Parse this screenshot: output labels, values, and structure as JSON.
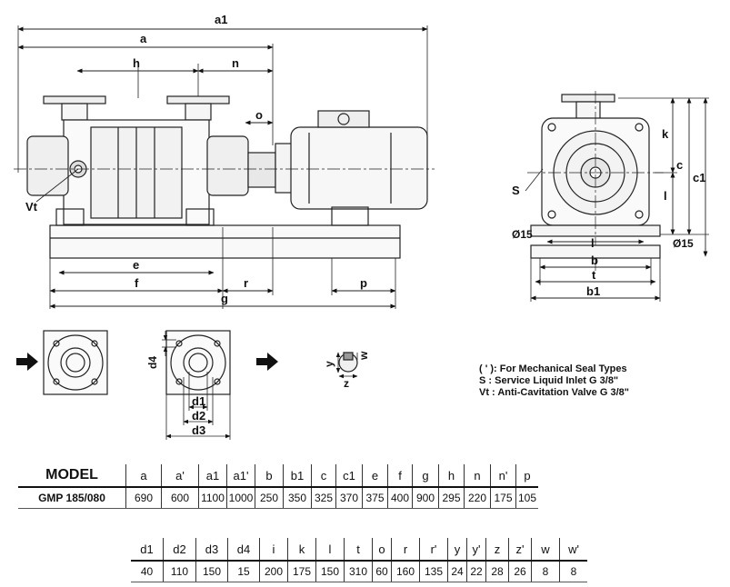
{
  "dimension_labels": {
    "a1": "a1",
    "a": "a",
    "h": "h",
    "n": "n",
    "o": "o",
    "Vt": "Vt",
    "e": "e",
    "f": "f",
    "g": "g",
    "r": "r",
    "p": "p",
    "k": "k",
    "c": "c",
    "c1": "c1",
    "l_side": "l",
    "S": "S",
    "phi15_left": "Ø15",
    "l_bottom": "l",
    "phi15_right": "Ø15",
    "b": "b",
    "t": "t",
    "b1": "b1",
    "d4": "d4",
    "d1": "d1",
    "d2": "d2",
    "d3": "d3",
    "y": "y",
    "w": "w",
    "z": "z"
  },
  "notes": [
    "( ' ): For Mechanical Seal Types",
    "S : Service Liquid Inlet    G 3/8\"",
    "Vt : Anti-Cavitation Valve G 3/8\""
  ],
  "table1": {
    "headers": [
      "MODEL",
      "a",
      "a'",
      "a1",
      "a1'",
      "b",
      "b1",
      "c",
      "c1",
      "e",
      "f",
      "g",
      "h",
      "n",
      "n'",
      "p"
    ],
    "rows": [
      [
        "GMP 185/080",
        "690",
        "600",
        "1100",
        "1000",
        "250",
        "350",
        "325",
        "370",
        "375",
        "400",
        "900",
        "295",
        "220",
        "175",
        "105"
      ]
    ]
  },
  "table2": {
    "headers": [
      "d1",
      "d2",
      "d3",
      "d4",
      "i",
      "k",
      "l",
      "t",
      "o",
      "r",
      "r'",
      "y",
      "y'",
      "z",
      "z'",
      "w",
      "w'"
    ],
    "rows": [
      [
        "40",
        "110",
        "150",
        "15",
        "200",
        "175",
        "150",
        "310",
        "60",
        "160",
        "135",
        "24",
        "22",
        "28",
        "26",
        "8",
        "8"
      ]
    ]
  }
}
